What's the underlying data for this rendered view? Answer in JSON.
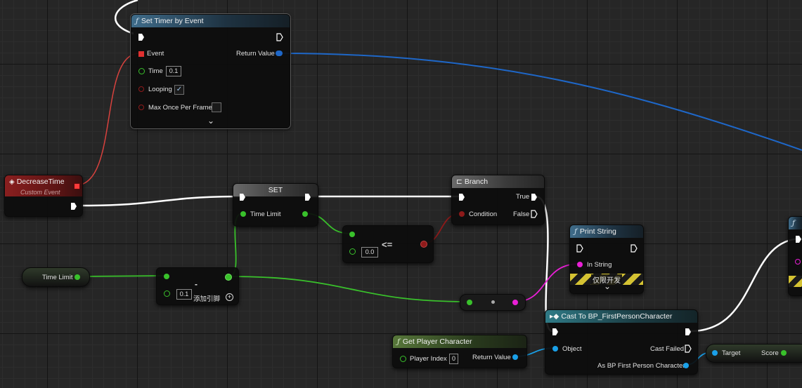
{
  "nodes": {
    "set_timer": {
      "title": "Set Timer by Event",
      "event": "Event",
      "time": "Time",
      "time_value": "0.1",
      "looping": "Looping",
      "looping_checked": "✓",
      "max_once": "Max Once Per Frame",
      "return_value": "Return Value",
      "expand": "⌄"
    },
    "decrease_time": {
      "title": "DecreaseTime",
      "subtitle": "Custom Event"
    },
    "set": {
      "title": "SET",
      "pin": "Time Limit"
    },
    "branch": {
      "title": "Branch",
      "true_label": "True",
      "condition": "Condition",
      "false_label": "False"
    },
    "less_equal": {
      "operator": "<=",
      "value": "0.0"
    },
    "time_limit_var": {
      "label": "Time Limit"
    },
    "subtract": {
      "operator": "-",
      "value": "0.1",
      "add_pin": "添加引脚"
    },
    "print_string": {
      "title": "Print String",
      "in_string": "In String",
      "dev_only": "仅限开发",
      "expand": "⌄"
    },
    "cast": {
      "title": "Cast To BP_FirstPersonCharacter",
      "object": "Object",
      "cast_failed": "Cast Failed",
      "as_bp": "As BP First Person Character"
    },
    "get_player": {
      "title": "Get Player Character",
      "player_index": "Player Index",
      "index_value": "0",
      "return_value": "Return Value"
    },
    "score": {
      "target": "Target",
      "score": "Score"
    }
  },
  "colors": {
    "exec": "#ffffff",
    "float": "#39c12b",
    "bool": "#8e0e0e",
    "object": "#1aa0e8",
    "string": "#e91fd6",
    "delegate": "#ff3a3a"
  }
}
